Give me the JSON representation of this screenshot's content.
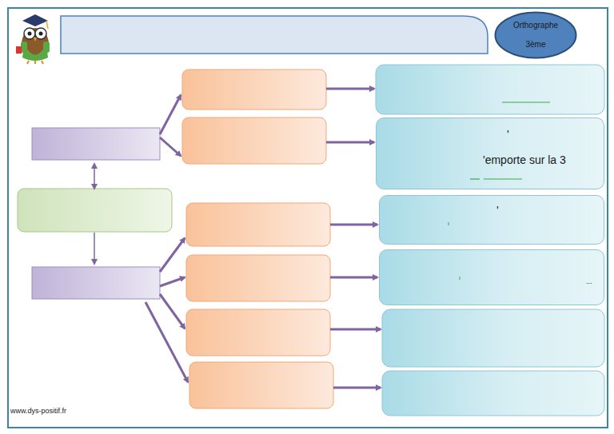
{
  "diagram": {
    "nodes": [
      {
        "text": [
          "Orthographe",
          "3ème"
        ]
      },
      {
        "text": [
          "'",
          "'emporte sur la 3"
        ]
      },
      {
        "text": [
          "'"
        ]
      },
      {
        "text": [
          "..."
        ]
      }
    ],
    "labels": [
      "www.dys-positif.fr"
    ]
  }
}
